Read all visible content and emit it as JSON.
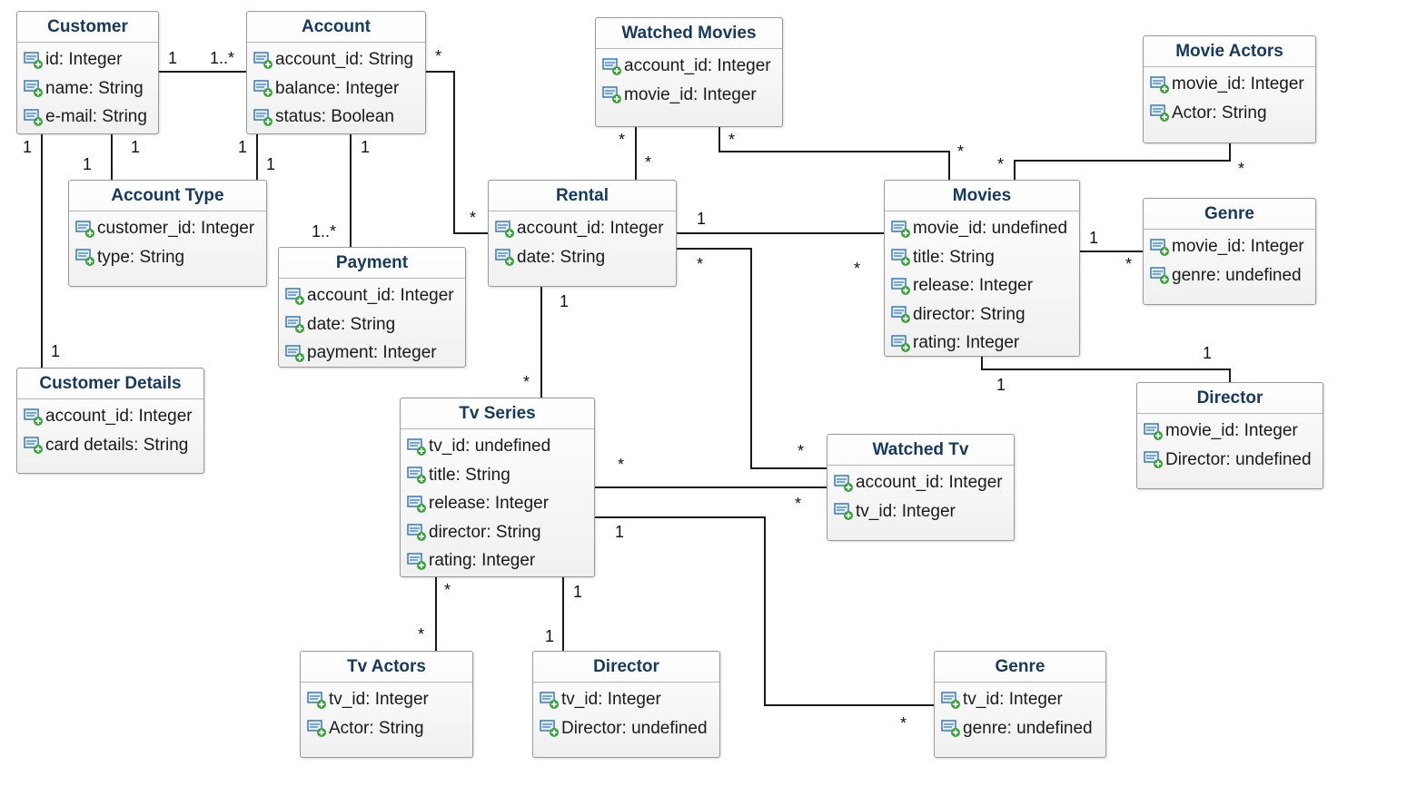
{
  "classes": [
    {
      "id": "customer",
      "title": "Customer",
      "attributes": [
        "id: Integer",
        "name: String",
        "e-mail: String"
      ]
    },
    {
      "id": "account",
      "title": "Account",
      "attributes": [
        "account_id: String",
        "balance: Integer",
        "status: Boolean"
      ]
    },
    {
      "id": "watched-movies",
      "title": "Watched Movies",
      "attributes": [
        "account_id: Integer",
        "movie_id: Integer"
      ]
    },
    {
      "id": "movie-actors",
      "title": "Movie Actors",
      "attributes": [
        "movie_id: Integer",
        "Actor: String"
      ]
    },
    {
      "id": "account-type",
      "title": "Account Type",
      "attributes": [
        "customer_id: Integer",
        "type: String"
      ]
    },
    {
      "id": "rental",
      "title": "Rental",
      "attributes": [
        "account_id: Integer",
        "date: String"
      ]
    },
    {
      "id": "movies",
      "title": "Movies",
      "attributes": [
        "movie_id: undefined",
        "title: String",
        "release: Integer",
        "director: String",
        "rating: Integer"
      ]
    },
    {
      "id": "genre-movies",
      "title": "Genre",
      "attributes": [
        "movie_id: Integer",
        "genre: undefined"
      ]
    },
    {
      "id": "payment",
      "title": "Payment",
      "attributes": [
        "account_id: Integer",
        "date: String",
        "payment: Integer"
      ]
    },
    {
      "id": "customer-details",
      "title": "Customer Details",
      "attributes": [
        "account_id: Integer",
        "card details: String"
      ]
    },
    {
      "id": "director-movies",
      "title": "Director",
      "attributes": [
        "movie_id: Integer",
        "Director: undefined"
      ]
    },
    {
      "id": "tv-series",
      "title": "Tv Series",
      "attributes": [
        "tv_id: undefined",
        "title: String",
        "release: Integer",
        "director: String",
        "rating: Integer"
      ]
    },
    {
      "id": "watched-tv",
      "title": "Watched Tv",
      "attributes": [
        "account_id: Integer",
        "tv_id: Integer"
      ]
    },
    {
      "id": "tv-actors",
      "title": "Tv Actors",
      "attributes": [
        "tv_id: Integer",
        "Actor: String"
      ]
    },
    {
      "id": "director-tv",
      "title": "Director",
      "attributes": [
        "tv_id: Integer",
        "Director: undefined"
      ]
    },
    {
      "id": "genre-tv",
      "title": "Genre",
      "attributes": [
        "tv_id: Integer",
        "genre: undefined"
      ]
    }
  ],
  "multiplicities": [
    {
      "id": "m01",
      "text": "1"
    },
    {
      "id": "m02",
      "text": "1..*"
    },
    {
      "id": "m03",
      "text": "*"
    },
    {
      "id": "m04",
      "text": "1"
    },
    {
      "id": "m05",
      "text": "1"
    },
    {
      "id": "m06",
      "text": "1"
    },
    {
      "id": "m07",
      "text": "1"
    },
    {
      "id": "m08",
      "text": "1"
    },
    {
      "id": "m09",
      "text": "1"
    },
    {
      "id": "m10",
      "text": "1..*"
    },
    {
      "id": "m11",
      "text": "1"
    },
    {
      "id": "m12",
      "text": "*"
    },
    {
      "id": "m13",
      "text": "*"
    },
    {
      "id": "m14",
      "text": "*"
    },
    {
      "id": "m15",
      "text": "*"
    },
    {
      "id": "m16",
      "text": "*"
    },
    {
      "id": "m17",
      "text": "*"
    },
    {
      "id": "m18",
      "text": "*"
    },
    {
      "id": "m19",
      "text": "1"
    },
    {
      "id": "m20",
      "text": "*"
    },
    {
      "id": "m21",
      "text": "*"
    },
    {
      "id": "m22",
      "text": "1"
    },
    {
      "id": "m23",
      "text": "*"
    },
    {
      "id": "m24",
      "text": "1"
    },
    {
      "id": "m25",
      "text": "1"
    },
    {
      "id": "m26",
      "text": "1"
    },
    {
      "id": "m27",
      "text": "*"
    },
    {
      "id": "m28",
      "text": "*"
    },
    {
      "id": "m29",
      "text": "*"
    },
    {
      "id": "m30",
      "text": "*"
    },
    {
      "id": "m31",
      "text": "1"
    },
    {
      "id": "m32",
      "text": "*"
    },
    {
      "id": "m33",
      "text": "*"
    },
    {
      "id": "m34",
      "text": "1"
    },
    {
      "id": "m35",
      "text": "1"
    },
    {
      "id": "m36",
      "text": "*"
    }
  ],
  "colors": {
    "title": "#173a5c",
    "line": "#1a1a1a",
    "border": "#9a9a9a",
    "icon": "#3c78b4",
    "icon_plus": "#3aa23a"
  }
}
